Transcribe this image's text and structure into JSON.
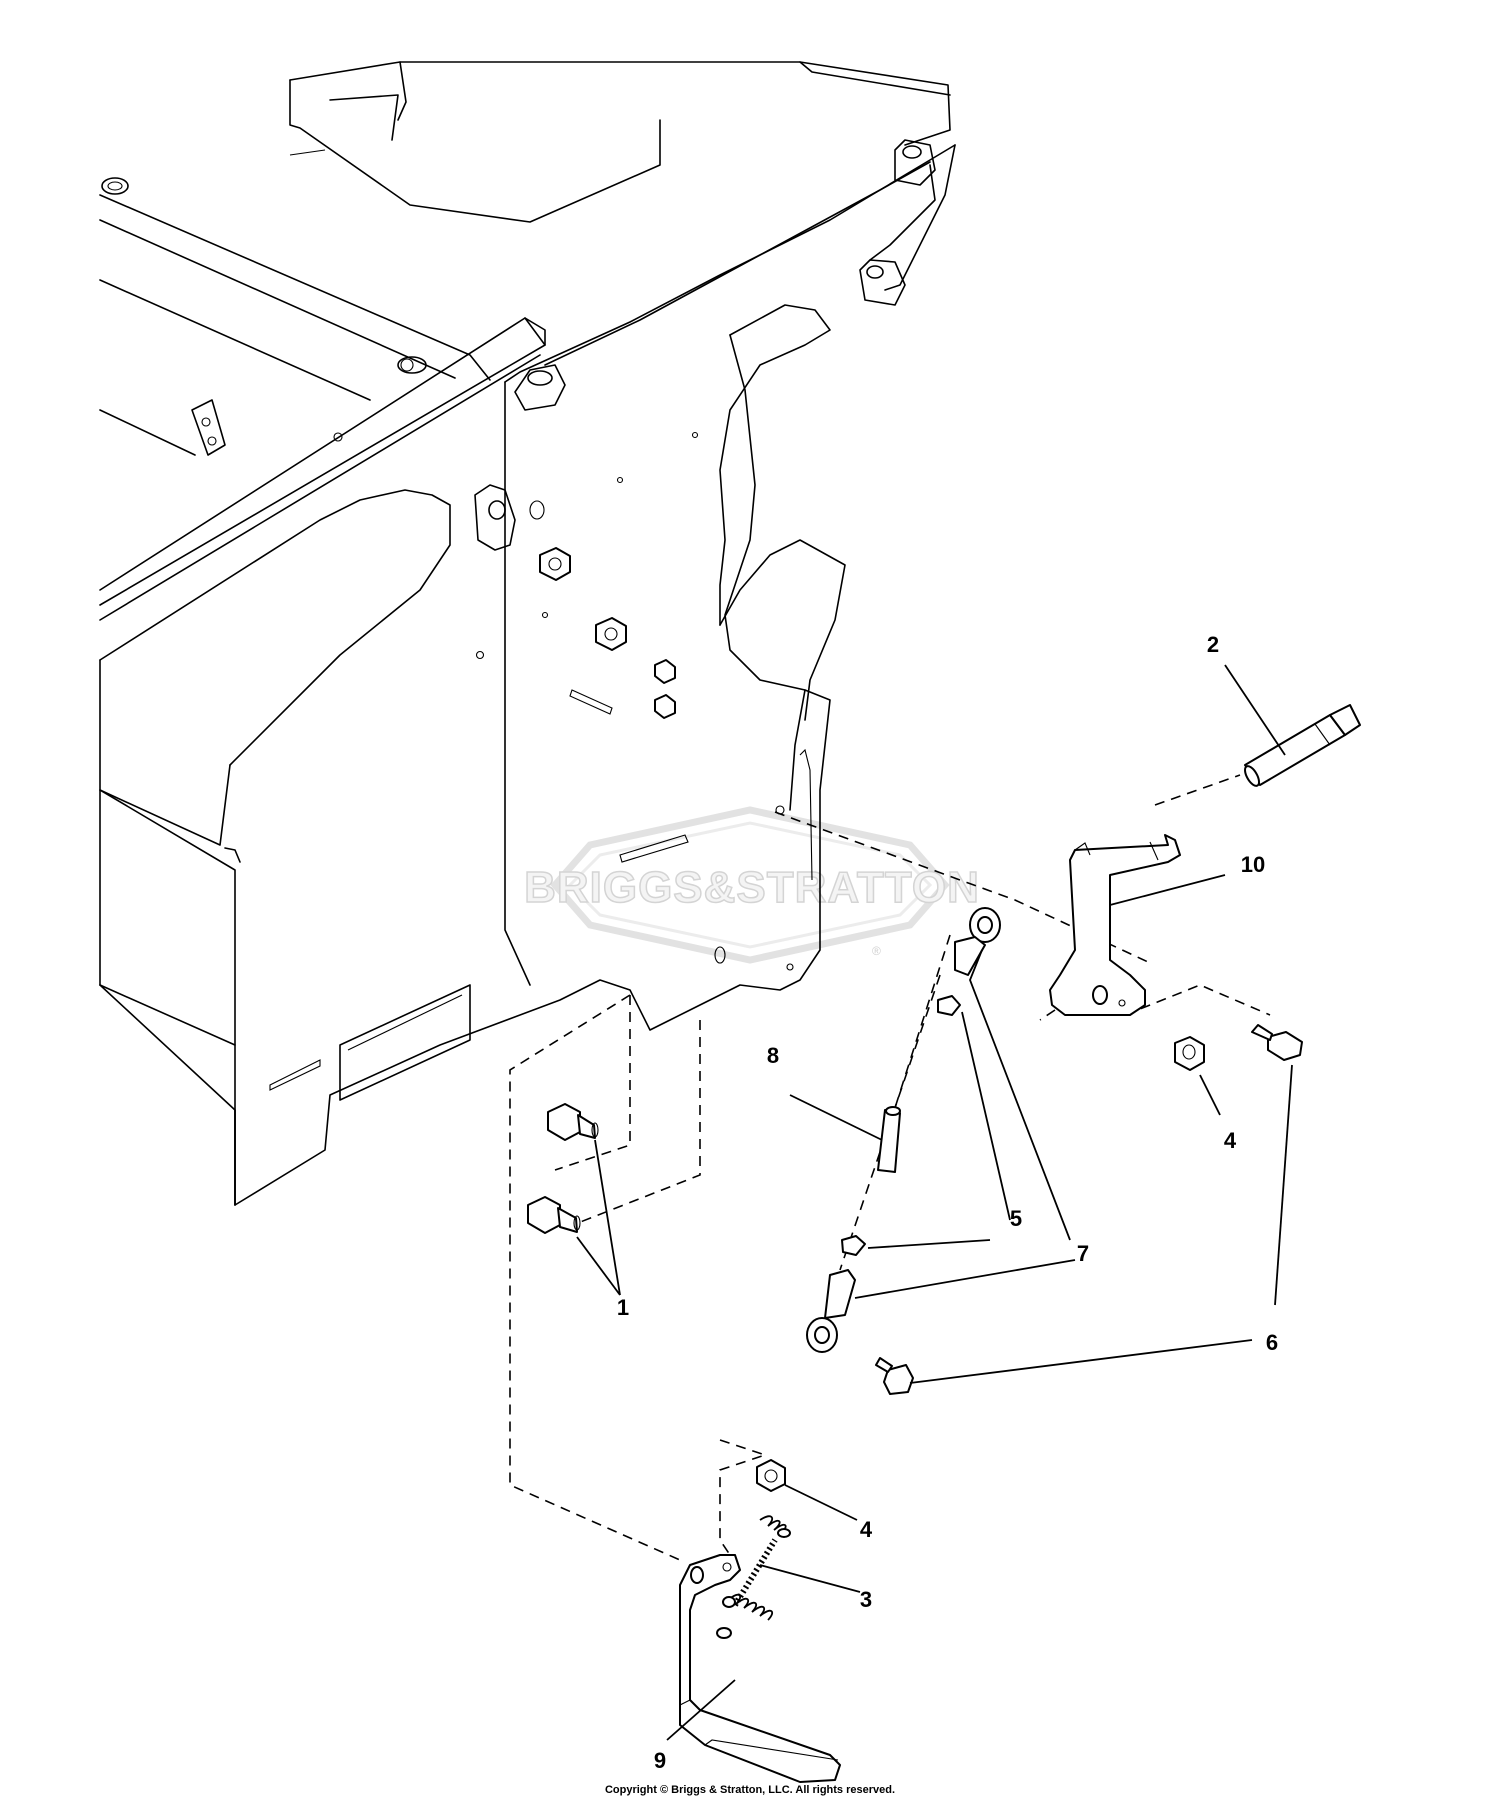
{
  "watermark": {
    "text": "BRIGGS&STRATTON",
    "mark": "®"
  },
  "callouts": [
    {
      "id": "c1",
      "text": "1"
    },
    {
      "id": "c2",
      "text": "2"
    },
    {
      "id": "c3",
      "text": "3"
    },
    {
      "id": "c4a",
      "text": "4"
    },
    {
      "id": "c4b",
      "text": "4"
    },
    {
      "id": "c5",
      "text": "5"
    },
    {
      "id": "c6",
      "text": "6"
    },
    {
      "id": "c7",
      "text": "7"
    },
    {
      "id": "c8",
      "text": "8"
    },
    {
      "id": "c9",
      "text": "9"
    },
    {
      "id": "c10",
      "text": "10"
    }
  ],
  "copyright": "Copyright © Briggs & Stratton, LLC. All rights reserved."
}
